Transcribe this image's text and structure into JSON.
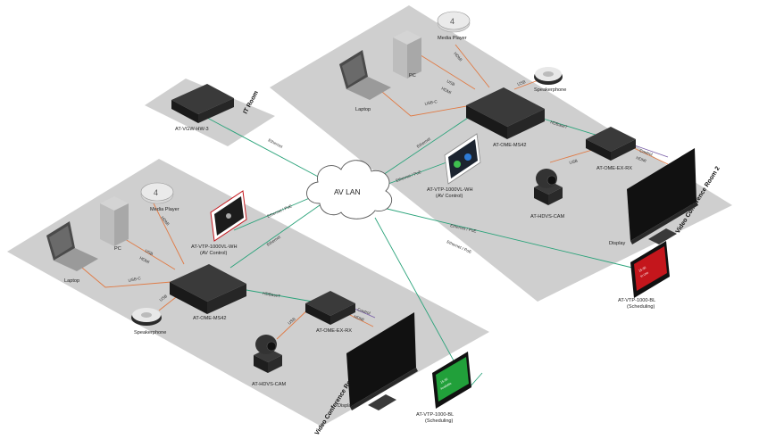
{
  "diagram": {
    "cloud_label": "AV LAN",
    "rooms": {
      "it": "IT Room",
      "vc1": "Video Conference Room 1",
      "vc2": "Video Conference Room 2"
    },
    "devices": {
      "vgw": "AT-VGW-HW-3",
      "r1_media_player": "Media Player",
      "r1_pc": "PC",
      "r1_laptop": "Laptop",
      "r1_speakerphone": "Speakerphone",
      "r1_ome_ms42": "AT-OME-MS42",
      "r1_ome_ex_rx": "AT-OME-EX-RX",
      "r1_cam": "AT-HDVS-CAM",
      "r1_display": "Display",
      "r1_vtp_wh_1": "AT-VTP-1000VL-WH",
      "r1_vtp_wh_2": "(AV Control)",
      "r2_media_player": "Media Player",
      "r2_pc": "PC",
      "r2_laptop": "Laptop",
      "r2_speakerphone": "Speakerphone",
      "r2_ome_ms42": "AT-OME-MS42",
      "r2_ome_ex_rx": "AT-OME-EX-RX",
      "r2_cam": "AT-HDVS-CAM",
      "r2_display": "Display",
      "r2_vtp_wh_1": "AT-VTP-1000VL-WH",
      "r2_vtp_wh_2": "(AV Control)",
      "vtp_bl_red_1": "AT-VTP-1000-BL",
      "vtp_bl_red_2": "(Scheduling)",
      "vtp_bl_green_1": "AT-VTP-1000-BL",
      "vtp_bl_green_2": "(Scheduling)"
    },
    "cables": {
      "ethernet": "Ethernet",
      "ethernet_poe": "Ethernet / PoE",
      "hdbaset": "HDBaseT",
      "usb": "USB",
      "hdmi": "HDMI",
      "usb_c": "USB-C",
      "control": "Control"
    },
    "screens": {
      "red_line1": "15:30",
      "red_line2": "In Use",
      "green_line1": "15:30",
      "green_line2": "Available"
    },
    "colors": {
      "floor": "#cfcfcf",
      "ethernet": "#2aa37a",
      "hdmi_usb": "#e07a44",
      "control": "#7a5fa8",
      "usb_red": "#c0392b",
      "device": "#1e1e1e",
      "red_panel": "#c4161c",
      "green_panel": "#21a03a"
    }
  }
}
